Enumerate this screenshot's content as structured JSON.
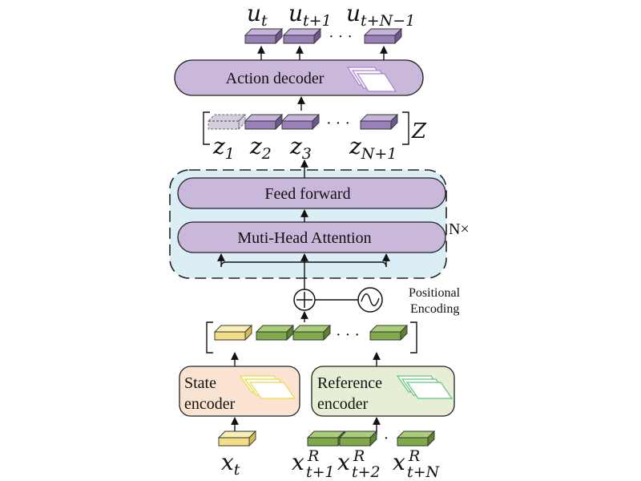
{
  "colors": {
    "module_fill": "#c9b8d9",
    "module_stroke": "#222222",
    "token_purple": "#9a80b8",
    "token_purple_top": "#c6b3da",
    "token_purple_side": "#6f5890",
    "token_ghost": "#c8bcd6",
    "token_green": "#7fa94a",
    "token_green_top": "#a8cc78",
    "token_green_side": "#5e8233",
    "token_yellow": "#f1de86",
    "token_yellow_top": "#f8efb8",
    "token_yellow_side": "#d3bd58",
    "transformer_bg": "#dbedf5",
    "state_bg": "#fbe3d1",
    "reference_bg": "#e6efd6",
    "layer_icon_purple": "#a982d6",
    "layer_icon_yellow": "#ecd84a",
    "layer_icon_green": "#63c27f"
  },
  "icons": {
    "stack": "stacked-layers-icon",
    "add": "circle-plus-icon",
    "wave": "sine-wave-icon"
  },
  "labels": {
    "outputs": [
      {
        "base": "u",
        "sub": "t"
      },
      {
        "base": "u",
        "sub": "t+1"
      },
      {
        "base": "u",
        "sub": "t+N−1"
      }
    ],
    "latents": [
      {
        "base": "z",
        "sub": "1"
      },
      {
        "base": "z",
        "sub": "2"
      },
      {
        "base": "z",
        "sub": "3"
      },
      {
        "base": "z",
        "sub": "N+1"
      }
    ],
    "latent_set": "Z",
    "state_input": {
      "base": "x",
      "sub": "t"
    },
    "ref_inputs": [
      {
        "base": "x",
        "sub": "t+1",
        "sup": "R"
      },
      {
        "base": "x",
        "sub": "t+2",
        "sup": "R"
      },
      {
        "base": "x",
        "sub": "t+N",
        "sup": "R"
      }
    ],
    "ellipsis": "· · ·",
    "ellipsis_small": "·"
  },
  "modules": {
    "action_decoder": "Action decoder",
    "feed_forward": "Feed forward",
    "attention": "Muti-Head Attention",
    "repeat": "N×",
    "positional_line1": "Positional",
    "positional_line2": "Encoding",
    "state_line1": "State",
    "state_line2": "encoder",
    "reference_line1": "Reference",
    "reference_line2": "encoder"
  }
}
